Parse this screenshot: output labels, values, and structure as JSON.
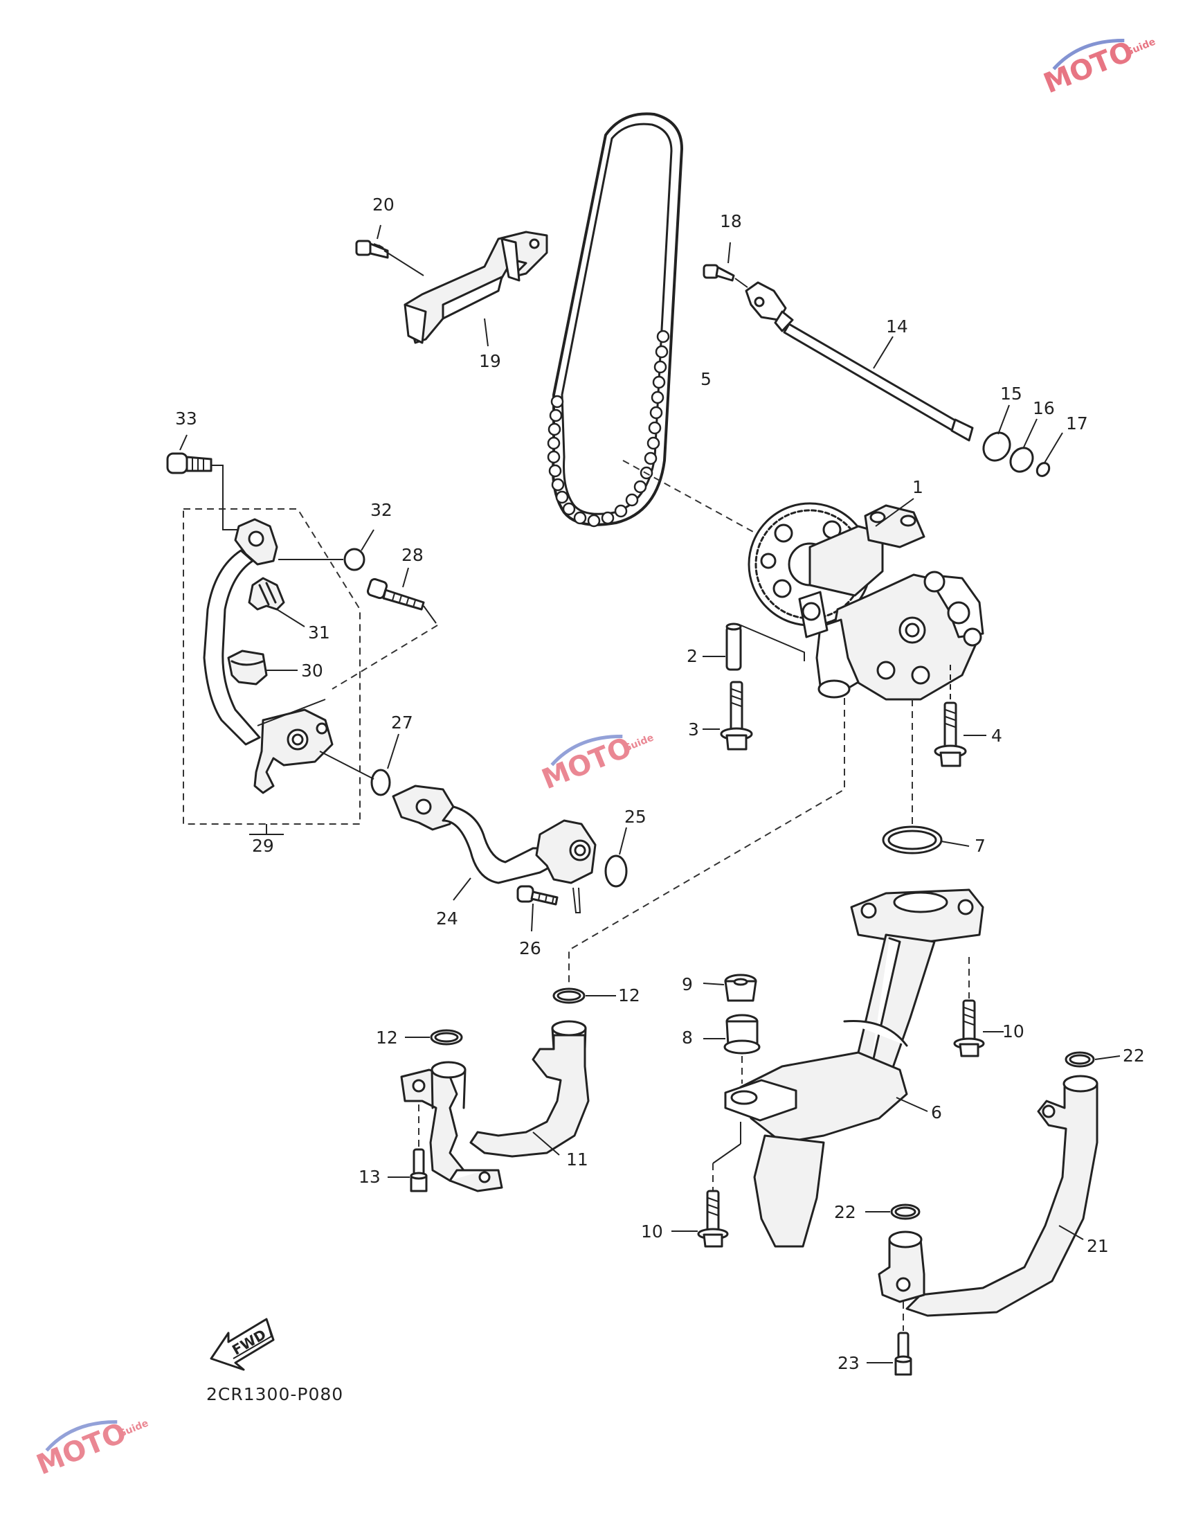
{
  "diagram_code": "2CR1300-P080",
  "fwd_label": "FWD",
  "watermark": {
    "logo_text": "MOTO",
    "sub_text": "Guide",
    "color": "#e0485a",
    "accent": "#5a6fc4"
  },
  "callouts": {
    "c1": "1",
    "c2": "2",
    "c3": "3",
    "c4": "4",
    "c5": "5",
    "c6": "6",
    "c7": "7",
    "c8": "8",
    "c9": "9",
    "c10a": "10",
    "c10b": "10",
    "c11": "11",
    "c12a": "12",
    "c12b": "12",
    "c13": "13",
    "c14": "14",
    "c15": "15",
    "c16": "16",
    "c17": "17",
    "c18": "18",
    "c19": "19",
    "c20": "20",
    "c21": "21",
    "c22a": "22",
    "c22b": "22",
    "c23": "23",
    "c24": "24",
    "c25": "25",
    "c26": "26",
    "c27": "27",
    "c28": "28",
    "c29": "29",
    "c30": "30",
    "c31": "31",
    "c32": "32",
    "c33": "33"
  }
}
